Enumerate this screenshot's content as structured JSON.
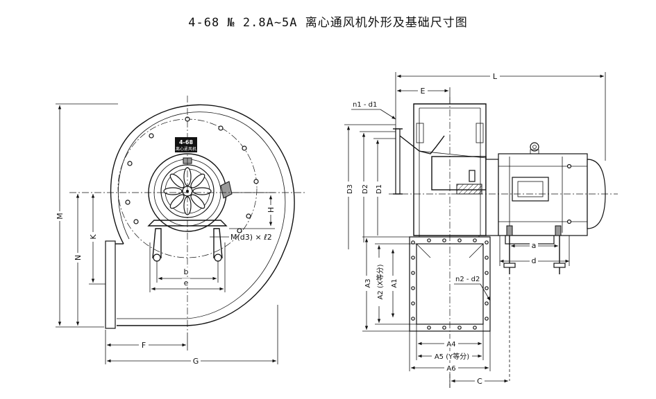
{
  "title": "4-68 № 2.8A~5A 离心通风机外形及基础尺寸图",
  "nameplate": {
    "model": "4-68",
    "name": "离心通风机"
  },
  "front_view": {
    "dims": {
      "M": "M",
      "N": "N",
      "K": "K",
      "H": "H",
      "b": "b",
      "e": "e",
      "F": "F",
      "G": "G",
      "bolt": "M(d3) × ℓ2"
    }
  },
  "side_view": {
    "dims": {
      "L": "L",
      "E": "E",
      "n1d1": "n1 - d1",
      "D3": "D3",
      "D2": "D2",
      "D1": "D1",
      "A3": "A3",
      "A2": "A2 (X等分)",
      "A1": "A1",
      "n2d2": "n2 - d2",
      "A4": "A4",
      "A5": "A5 (Y等分)",
      "A6": "A6",
      "a": "a",
      "d": "d",
      "C": "C"
    }
  }
}
